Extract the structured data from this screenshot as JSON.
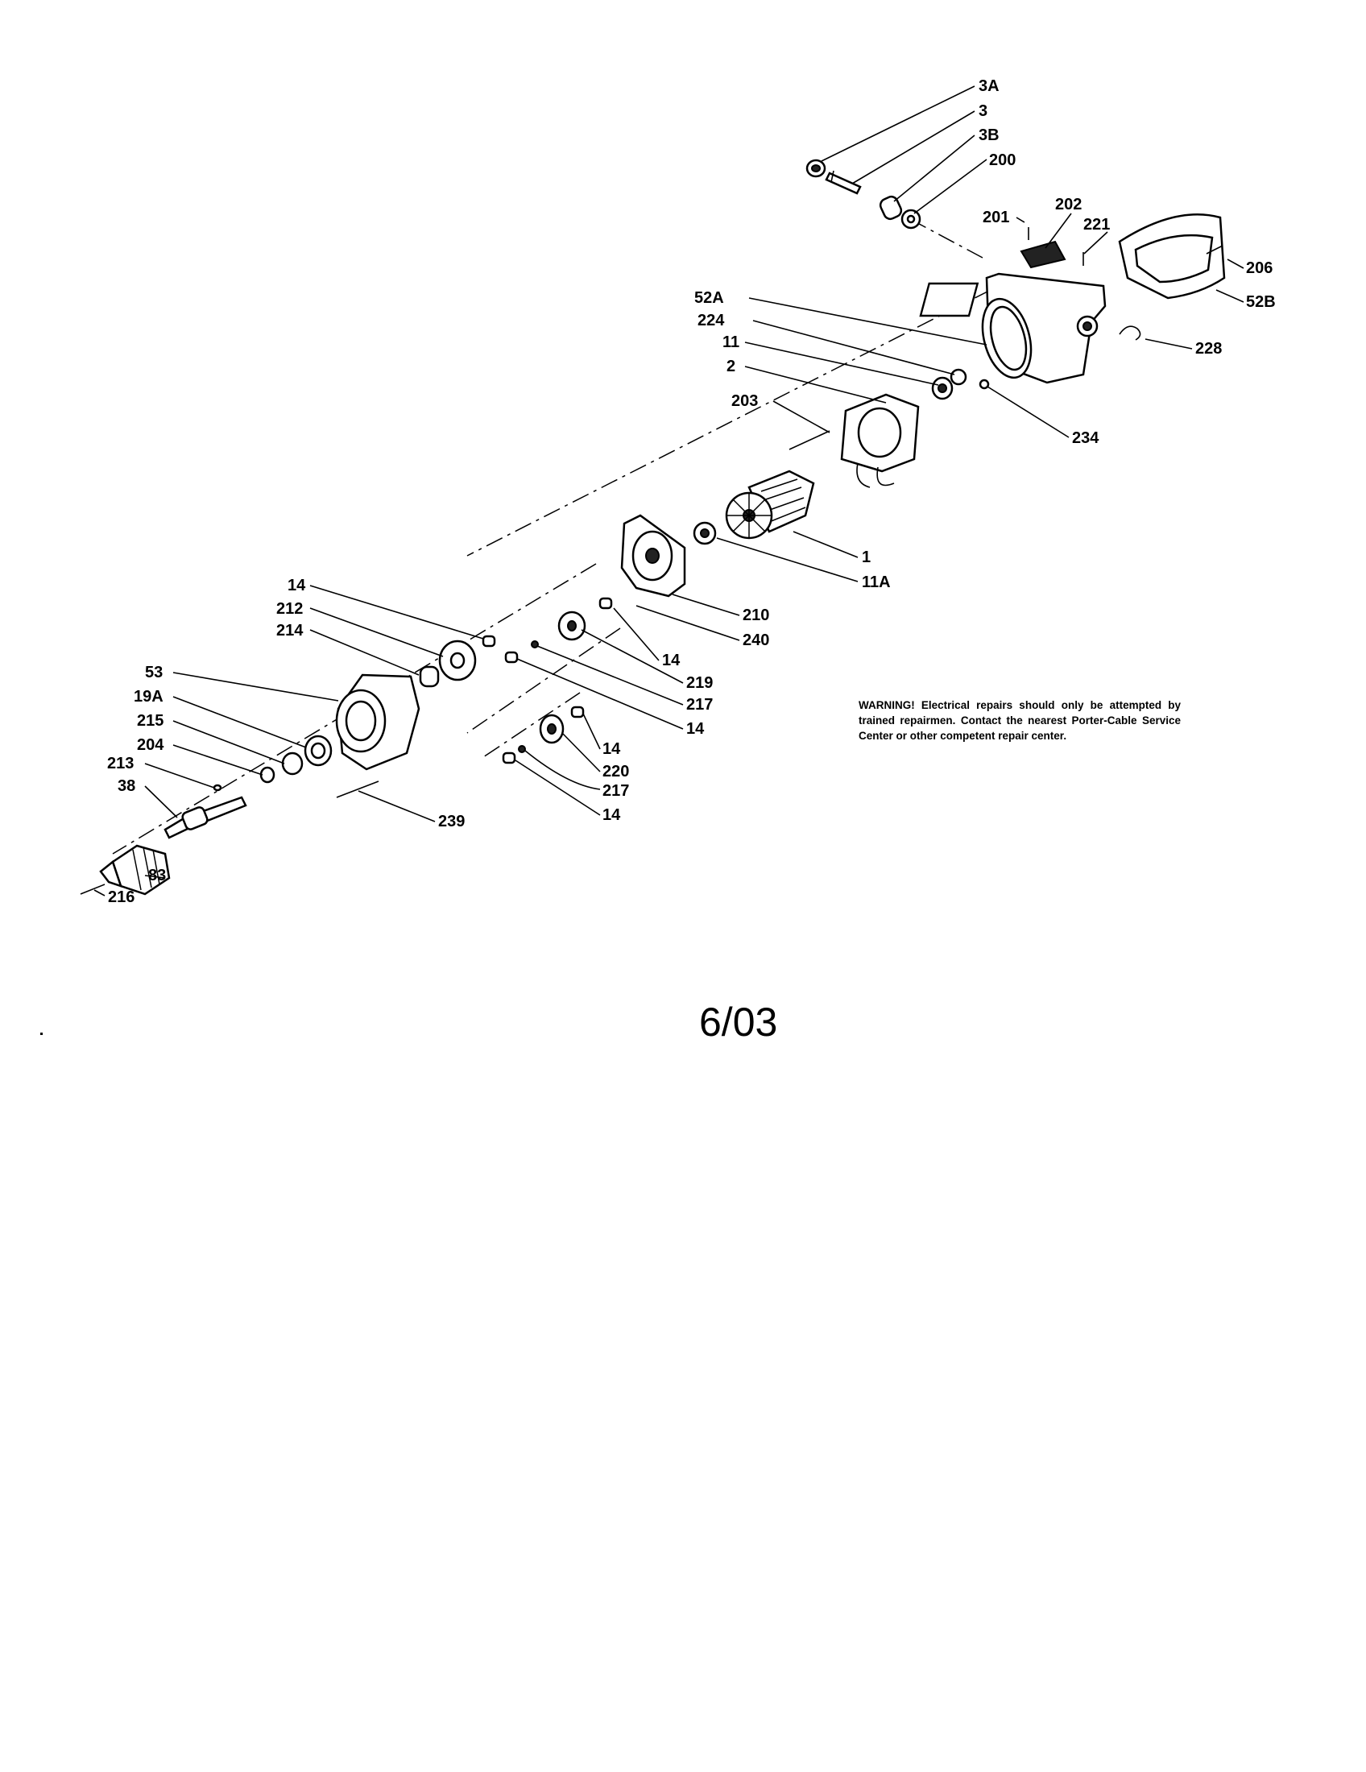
{
  "labels": {
    "p3a": "3A",
    "p3": "3",
    "p3b": "3B",
    "p200": "200",
    "p201": "201",
    "p202": "202",
    "p221": "221",
    "p206": "206",
    "p52b": "52B",
    "p52a": "52A",
    "p224": "224",
    "p11": "11",
    "p2": "2",
    "p228": "228",
    "p203": "203",
    "p234": "234",
    "p1": "1",
    "p11a": "11A",
    "p14a": "14",
    "p212": "212",
    "p214": "214",
    "p210": "210",
    "p240": "240",
    "p14b": "14",
    "p53": "53",
    "p219": "219",
    "p19a": "19A",
    "p217a": "217",
    "p215": "215",
    "p14c": "14",
    "p204": "204",
    "p14d": "14",
    "p213": "213",
    "p220": "220",
    "p38": "38",
    "p217b": "217",
    "p239": "239",
    "p14e": "14",
    "p83": "83",
    "p216": "216"
  },
  "warning": "WARNING! Electrical repairs should only be attempted by trained repairmen. Contact the nearest Porter-Cable Service Center or other competent repair center.",
  "date": "6/03"
}
